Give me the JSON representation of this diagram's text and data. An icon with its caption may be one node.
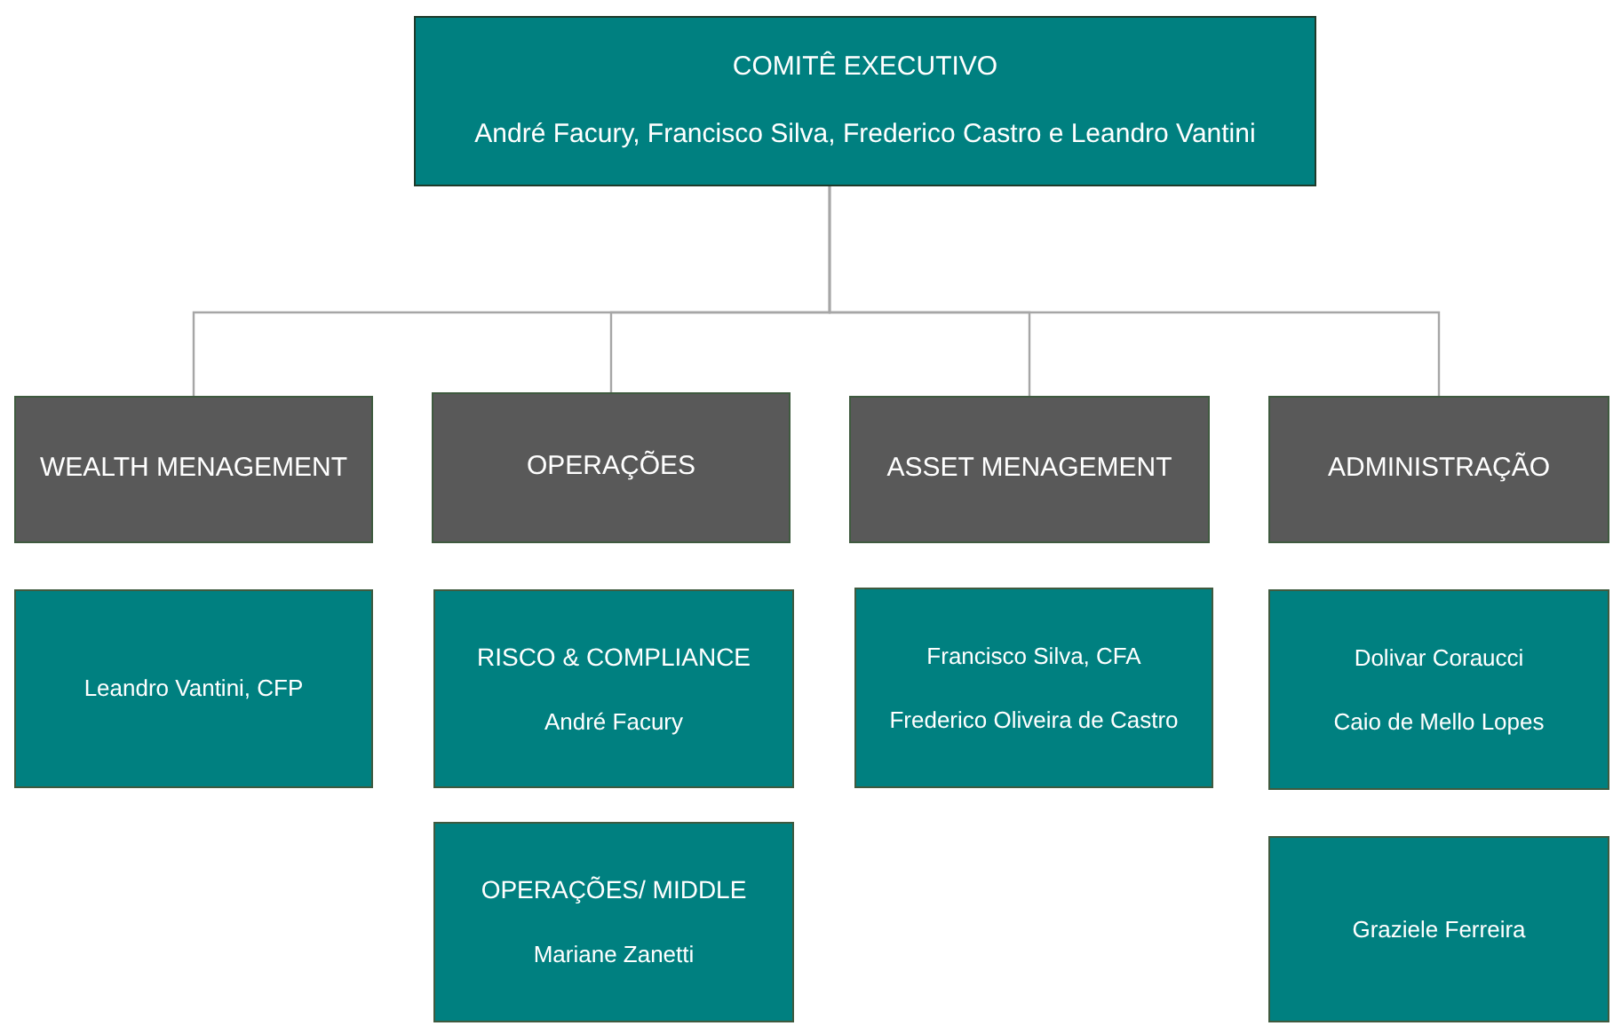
{
  "diagram": {
    "nodes": [
      {
        "text": [
          "COMITÊ EXECUTIVO",
          "André Facury, Francisco Silva, Frederico Castro e Leandro Vantini"
        ]
      },
      {
        "text": [
          "WEALTH MENAGEMENT"
        ]
      },
      {
        "text": [
          "OPERAÇÕES"
        ]
      },
      {
        "text": [
          "ASSET MENAGEMENT"
        ]
      },
      {
        "text": [
          "ADMINISTRAÇÃO"
        ]
      },
      {
        "text": [
          "Leandro Vantini, CFP"
        ]
      },
      {
        "text": [
          "RISCO & COMPLIANCE",
          "André Facury"
        ]
      },
      {
        "text": [
          "OPERAÇÕES/ MIDDLE",
          "Mariane Zanetti"
        ]
      },
      {
        "text": [
          "Francisco Silva, CFA",
          "Frederico Oliveira de Castro"
        ]
      },
      {
        "text": [
          "Dolivar Coraucci",
          "Caio de Mello Lopes"
        ]
      },
      {
        "text": [
          "Graziele Ferreira"
        ]
      }
    ],
    "edges": [
      {
        "from": 0,
        "to": 1,
        "arrow": "none"
      },
      {
        "from": 0,
        "to": 2,
        "arrow": "none"
      },
      {
        "from": 0,
        "to": 3,
        "arrow": "none"
      },
      {
        "from": 0,
        "to": 4,
        "arrow": "none"
      }
    ]
  }
}
